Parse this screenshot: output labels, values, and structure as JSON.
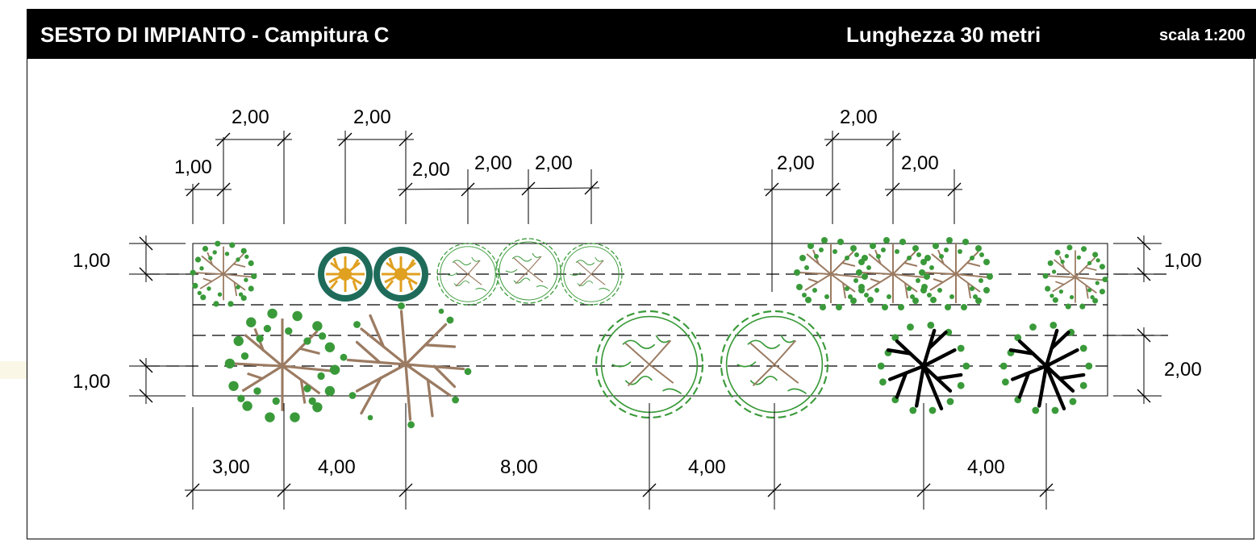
{
  "header": {
    "title": "SESTO DI IMPIANTO -  Campitura C",
    "length": "Lunghezza  30 metri",
    "scale": "scala 1:200"
  },
  "dimensions": {
    "top": [
      "1,00",
      "2,00",
      "2,00",
      "2,00",
      "2,00",
      "2,00",
      "2,00",
      "2,00",
      "2,00"
    ],
    "bottom": [
      "3,00",
      "4,00",
      "8,00",
      "4,00",
      "4,00"
    ],
    "left": [
      "1,00",
      "1,00"
    ],
    "right": [
      "1,00",
      "2,00"
    ]
  },
  "colors": {
    "foliage_green": "#3a9a3a",
    "branch_brown": "#9b7b62",
    "dark_teal": "#1f6b5a",
    "gold": "#e0a020",
    "black": "#000000"
  }
}
